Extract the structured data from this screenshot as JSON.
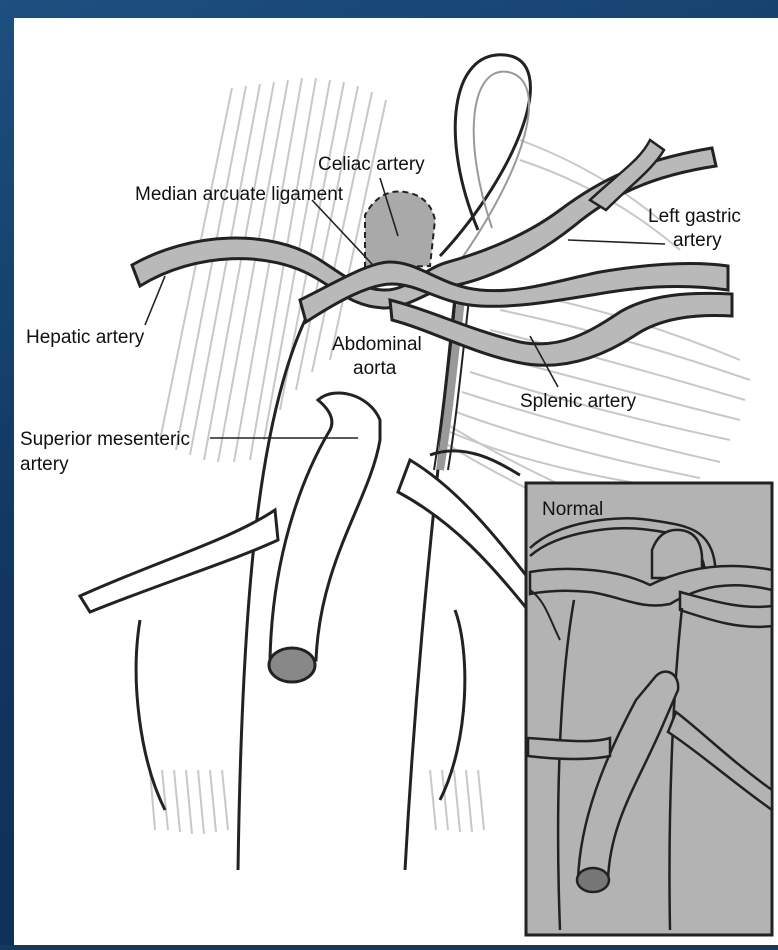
{
  "labels": {
    "celiac_artery": "Celiac artery",
    "median_arcuate_ligament": "Median arcuate ligament",
    "left_gastric_line1": "Left gastric",
    "left_gastric_line2": "artery",
    "hepatic_artery": "Hepatic artery",
    "abdominal_aorta_line1": "Abdominal",
    "abdominal_aorta_line2": "aorta",
    "splenic_artery": "Splenic artery",
    "sma_line1": "Superior mesenteric",
    "sma_line2": "artery",
    "normal": "Normal"
  },
  "colors": {
    "background_frame": "#14385e",
    "artery_fill": "#b9b9b9",
    "celiac_fill": "#a9a9a9",
    "ligament_lines": "#c8c8c8",
    "inset_background": "#b3b3b3",
    "outline": "#222222"
  }
}
